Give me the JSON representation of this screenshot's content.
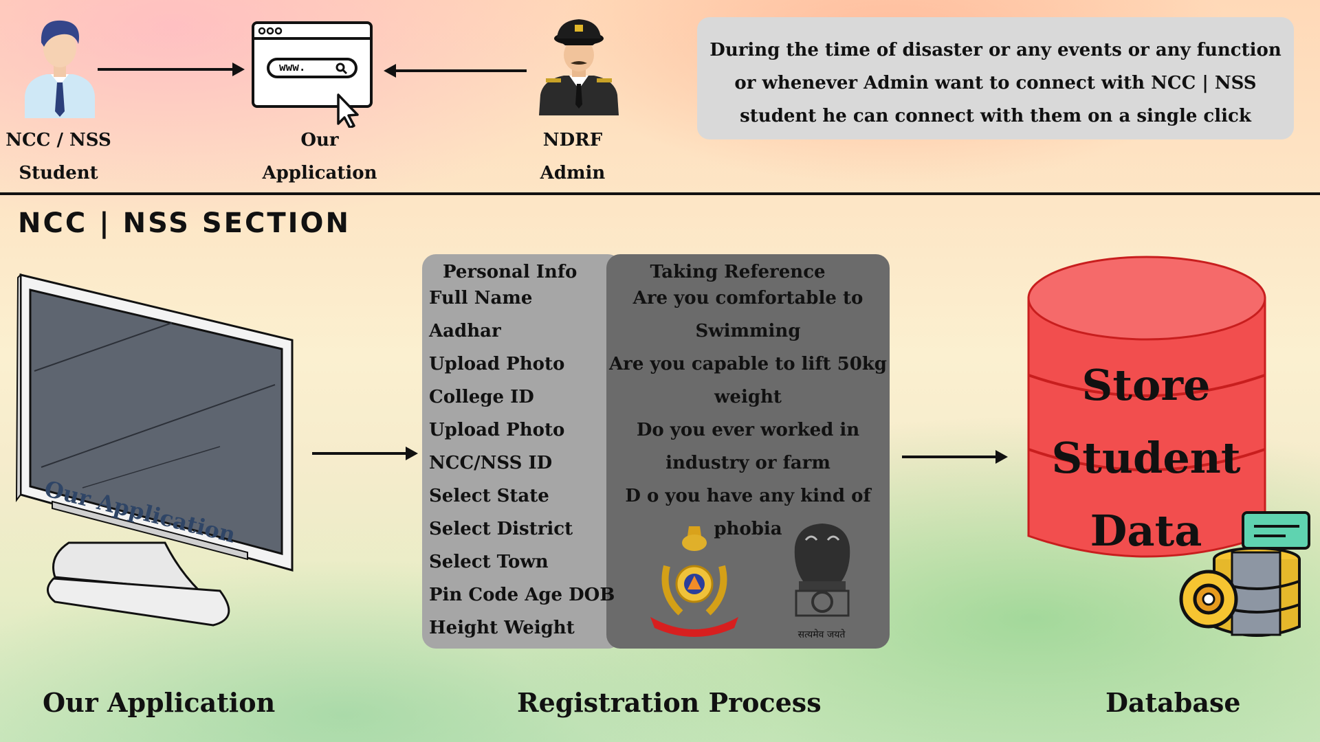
{
  "top": {
    "student_label_line1": "NCC / NSS",
    "student_label_line2": "Student",
    "app_label_line1": "Our",
    "app_label_line2": "Application",
    "admin_label_line1": "NDRF",
    "admin_label_line2": "Admin",
    "browser_url": "www.",
    "info_text": "During the time of disaster or any events or any function or whenever Admin want to connect with NCC | NSS student he can connect with them on a single click"
  },
  "section": {
    "title": "NCC | NSS SECTION",
    "monitor_screen_text": "Our Application"
  },
  "registration": {
    "personal_header": "Personal Info",
    "personal_items": [
      "Full Name",
      "Aadhar",
      "Upload Photo",
      "College ID",
      "Upload Photo",
      "NCC/NSS ID",
      "Select State",
      "Select District",
      "Select Town",
      "Pin Code  Age DOB",
      "Height  Weight"
    ],
    "reference_header": "Taking Reference",
    "reference_lines": [
      "Are you comfortable to",
      "Swimming",
      "Are you capable to lift 50kg",
      "weight",
      "Do you ever worked in",
      "industry or farm",
      "D o you have any kind of",
      "phobia"
    ],
    "emblem_caption": "सत्यमेव जयते"
  },
  "database": {
    "line1": "Store",
    "line2": "Student",
    "line3": "Data"
  },
  "bottom": {
    "app_label": "Our  Application",
    "registration_label": "Registration Process",
    "database_label": "Database"
  },
  "colors": {
    "db_red": "#f24e4e",
    "db_top": "#f56a6a",
    "panel_light": "#a6a6a6",
    "panel_dark": "#6b6b6b",
    "info_box": "#d9d9d9"
  }
}
